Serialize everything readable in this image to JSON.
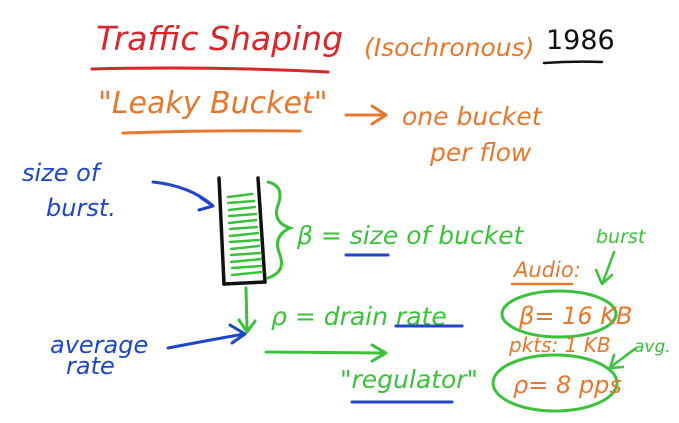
{
  "colors": {
    "red": "#d8262b",
    "orange": "#e8772e",
    "black": "#111111",
    "blue": "#1d46c8",
    "green": "#39c23a"
  },
  "header": {
    "title": "Traffic Shaping",
    "subtitle": "(Isochronous)",
    "year": "1986"
  },
  "leaky": {
    "name": "\"Leaky Bucket\"",
    "arrow_text_line1": "one bucket",
    "arrow_text_line2": "per flow"
  },
  "left_labels": {
    "burst_line1": "size of",
    "burst_line2": "burst.",
    "rate_line1": "average",
    "rate_line2": "rate"
  },
  "formulas": {
    "beta": "β = size of bucket",
    "rho": "ρ = drain rate",
    "regulator": "\"regulator\""
  },
  "audio": {
    "label": "Audio:",
    "burst_note": "burst",
    "beta_value": "β= 16 KB",
    "pkts_value": "pkts: 1 KB",
    "avg_note": "avg.",
    "rho_value": "ρ= 8 pps"
  }
}
